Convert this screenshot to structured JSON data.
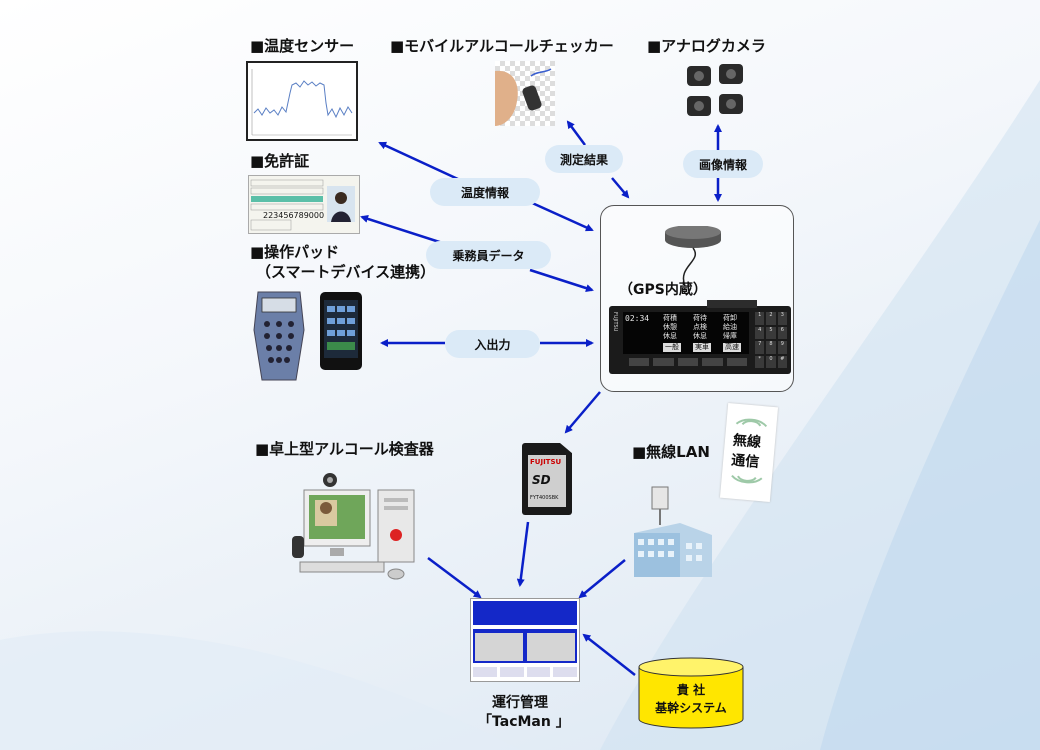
{
  "titles": {
    "temp_sensor": "■温度センサー",
    "mobile_alcohol": "■モバイルアルコールチェッカー",
    "analog_camera": "■アナログカメラ",
    "license": "■免許証",
    "pad_line1": "■操作パッド",
    "pad_line2": "（スマートデバイス連携）",
    "desktop_alcohol": "■卓上型アルコール検査器",
    "wireless_lan": "■無線LAN",
    "gps": "（GPS内蔵）",
    "tacman_line1": "運行管理",
    "tacman_line2": "「TacMan 」"
  },
  "flow_labels": {
    "measurement": "測定結果",
    "image_info": "画像情報",
    "temp_info": "温度情報",
    "crew_data": "乗務員データ",
    "io": "入出力"
  },
  "wireless_badge": {
    "line1": "無線",
    "line2": "通信"
  },
  "core_system": {
    "line1": "貴 社",
    "line2": "基幹システム"
  },
  "device_screen": {
    "time": "02:34",
    "row1": [
      "荷積",
      "荷待",
      "荷卸"
    ],
    "row2": [
      "休憩",
      "点検",
      "給油"
    ],
    "row3": [
      "休息",
      "休息",
      "帰庫"
    ],
    "row4": [
      "一般",
      "実車",
      "高速"
    ],
    "brand": "FUJITSU",
    "keys": [
      "1",
      "2",
      "3",
      "4",
      "5",
      "6",
      "7",
      "8",
      "9",
      "*",
      "0",
      "#"
    ]
  },
  "sd_card": {
    "brand": "FUJITSU",
    "logo": "SD",
    "model": "FYT400SBK"
  },
  "license_card": {
    "number": "223456789000"
  },
  "colors": {
    "arrow": "#0a1fc8",
    "pill": "#dbeaf7",
    "db": "#ffe600",
    "screen_blue": "#1428c8"
  }
}
